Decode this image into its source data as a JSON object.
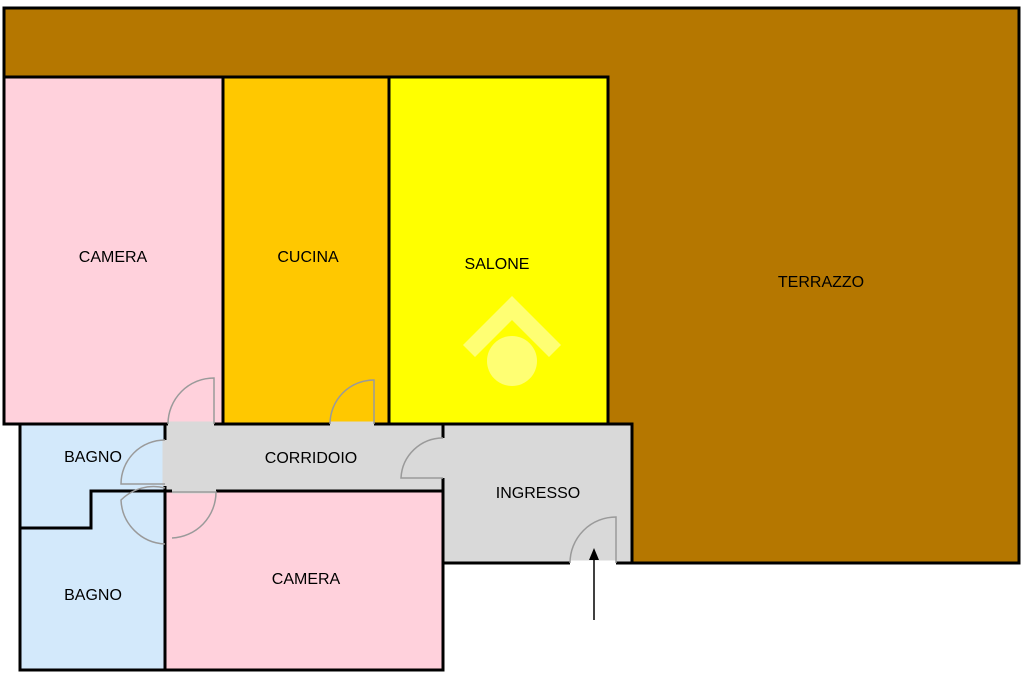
{
  "rooms": {
    "terrazzo": "TERRAZZO",
    "camera_top": "CAMERA",
    "cucina": "CUCINA",
    "salone": "SALONE",
    "bagno_top": "BAGNO",
    "corridoio": "CORRIDOIO",
    "ingresso": "INGRESSO",
    "bagno_bottom": "BAGNO",
    "camera_bottom": "CAMERA"
  },
  "colors": {
    "terrazzo": "#b57700",
    "camera": "#ffd1dc",
    "cucina": "#ffc800",
    "salone": "#ffff00",
    "bagno": "#d3e9fb",
    "corridoio": "#d9d9d9",
    "wall": "#000000",
    "door": "#9a9a9a"
  },
  "icons": {
    "watermark": "house-logo-icon",
    "entrance": "entrance-arrow-icon"
  }
}
